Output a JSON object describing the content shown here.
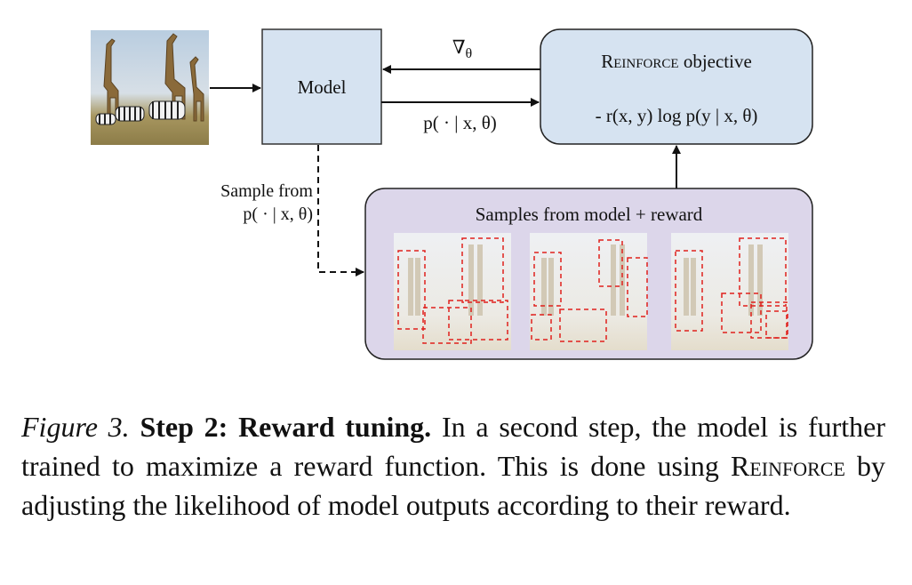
{
  "diagram": {
    "model_label": "Model",
    "objective_title_prefix": "R",
    "objective_title_sc": "einforce",
    "objective_title_suffix": " objective",
    "objective_formula": "- r(x, y) log p(y | x, θ)",
    "gradient_label": "∇",
    "gradient_subscript": "θ",
    "forward_label": "p( · | x, θ)",
    "sample_label_line1": "Sample from",
    "sample_label_line2": "p( · | x, θ)",
    "samples_title": "Samples from model + reward",
    "colors": {
      "box_blue": "#d6e3f1",
      "box_purple": "#dcd6ea",
      "dashed_box": "#e0201c"
    }
  },
  "caption": {
    "figure_label": "Figure 3.",
    "bold_text": "Step 2: Reward tuning.",
    "text_part1": " In a second step, the model is further trained to maximize a reward function. This is done using ",
    "reinforce_first": "R",
    "reinforce_sc": "einforce",
    "text_part2": " by adjusting the likelihood of model outputs according to their reward."
  }
}
